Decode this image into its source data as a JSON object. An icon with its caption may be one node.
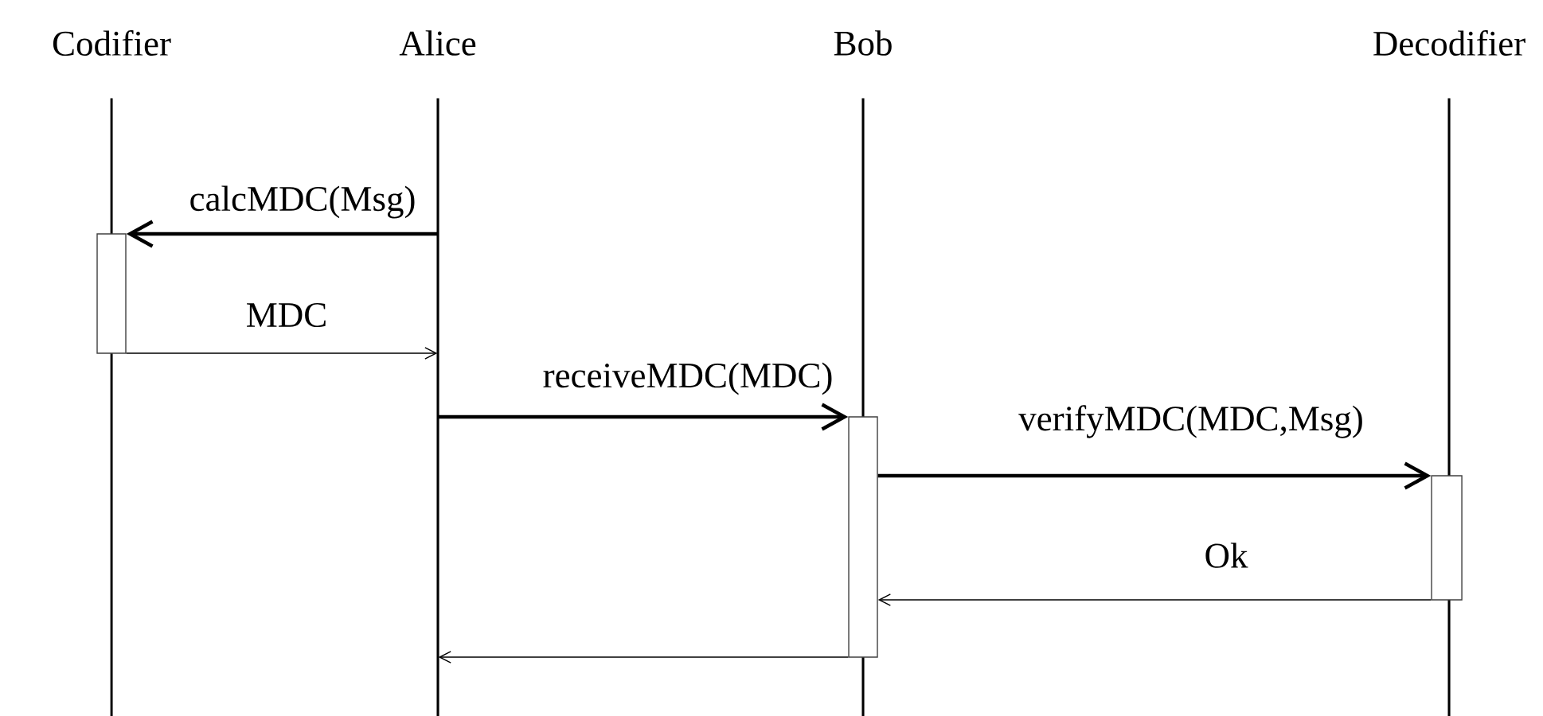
{
  "diagram": {
    "nodes": [
      {
        "text": [
          "Codifier"
        ]
      },
      {
        "text": [
          "Alice"
        ]
      },
      {
        "text": [
          "Bob"
        ]
      },
      {
        "text": [
          "Decodifier"
        ]
      },
      {
        "text": [],
        "shape": "line"
      },
      {
        "text": [],
        "shape": "line"
      },
      {
        "text": [],
        "shape": "line"
      },
      {
        "text": [],
        "shape": "line"
      },
      {
        "text": [],
        "shape": "bar"
      },
      {
        "text": [],
        "shape": "bar"
      },
      {
        "text": [],
        "shape": "bar"
      }
    ],
    "edges": [
      {
        "from": 5,
        "to": 8,
        "arrow": "to",
        "label": "calcMDC(Msg)",
        "style": "thick"
      },
      {
        "from": 8,
        "to": 5,
        "arrow": "to",
        "label": "MDC"
      },
      {
        "from": 5,
        "to": 9,
        "arrow": "to",
        "label": "receiveMDC(MDC)",
        "style": "thick"
      },
      {
        "from": 9,
        "to": 10,
        "arrow": "to",
        "label": "verifyMDC(MDC,Msg)",
        "style": "thick"
      },
      {
        "from": 10,
        "to": 9,
        "arrow": "to",
        "label": "Ok"
      },
      {
        "from": 9,
        "to": 5,
        "arrow": "to"
      }
    ]
  }
}
